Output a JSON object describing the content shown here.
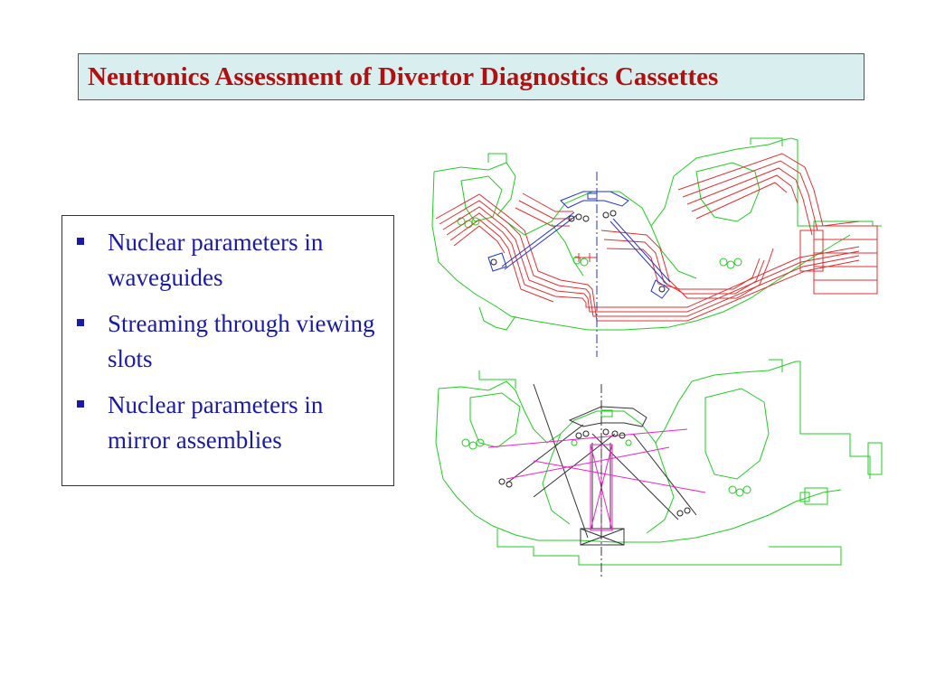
{
  "slide": {
    "title": "Neutronics Assessment of Divertor Diagnostics Cassettes",
    "bullets": [
      "Nuclear parameters in waveguides",
      "Streaming through viewing slots",
      "Nuclear parameters in mirror assemblies"
    ]
  },
  "colors": {
    "title": "#b01010",
    "title_background": "#d9eeee",
    "bullet_text": "#1a1aa8",
    "structure_green": "#22cc22",
    "waveguide_red": "#e03030",
    "optics_blue": "#2233cc",
    "sightline_magenta": "#ee22cc"
  }
}
